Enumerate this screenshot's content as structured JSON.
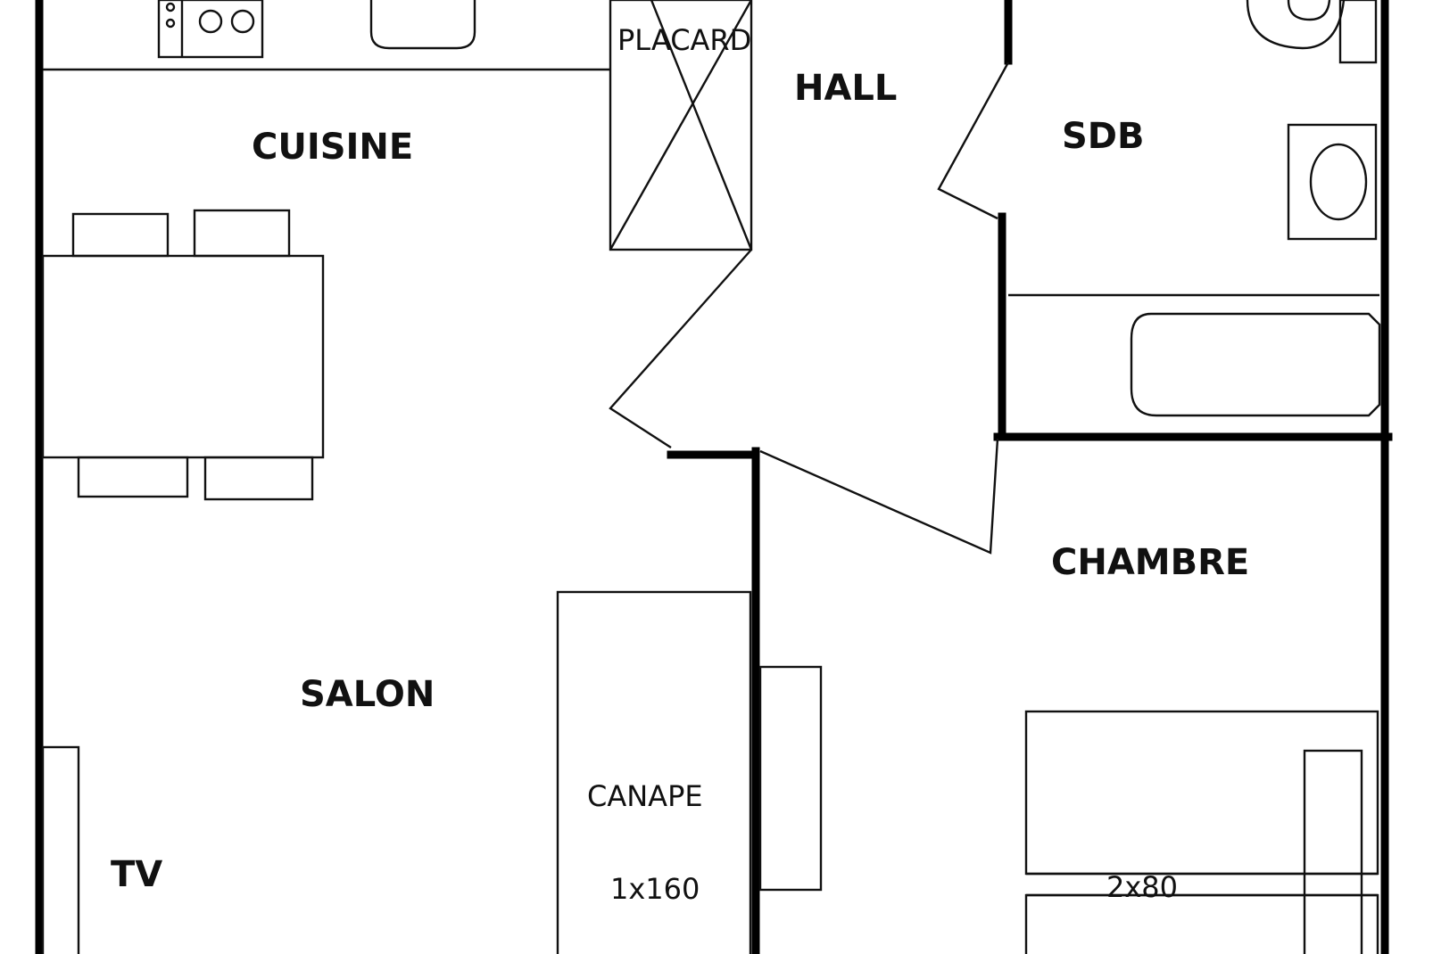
{
  "rooms": {
    "cuisine": "CUISINE",
    "hall": "HALL",
    "sdb": "SDB",
    "salon": "SALON",
    "chambre": "CHAMBRE"
  },
  "labels": {
    "placard": "PLACARD",
    "canape": "CANAPE",
    "canape_bed": "1x160",
    "tv": "TV",
    "bed": "2x80"
  }
}
